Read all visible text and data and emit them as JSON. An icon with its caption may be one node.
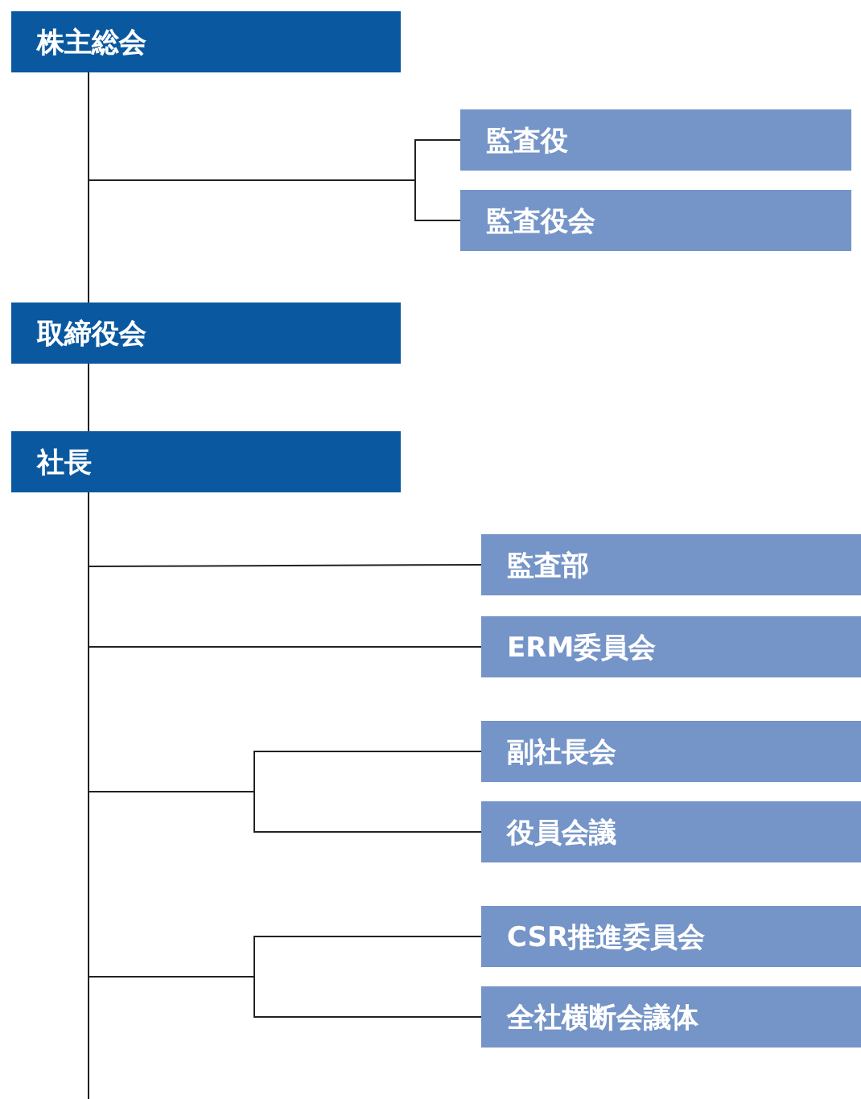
{
  "diagram": {
    "nodes": [
      {
        "text": [
          "株主総会"
        ]
      },
      {
        "text": [
          "監査役"
        ]
      },
      {
        "text": [
          "監査役会"
        ]
      },
      {
        "text": [
          "取締役会"
        ]
      },
      {
        "text": [
          "社長"
        ]
      },
      {
        "text": [
          "監査部"
        ]
      },
      {
        "text": [
          "ERM委員会"
        ]
      },
      {
        "text": [
          "副社長会"
        ]
      },
      {
        "text": [
          "役員会議"
        ]
      },
      {
        "text": [
          "CSR推進委員会"
        ]
      },
      {
        "text": [
          "全社横断会議体"
        ]
      }
    ],
    "edges": [
      {
        "from": 0,
        "to": 1,
        "arrow": "none"
      },
      {
        "from": 0,
        "to": 2,
        "arrow": "none"
      },
      {
        "from": 0,
        "to": 3,
        "arrow": "none"
      },
      {
        "from": 3,
        "to": 4,
        "arrow": "none"
      },
      {
        "from": 4,
        "to": 5,
        "arrow": "none"
      },
      {
        "from": 4,
        "to": 6,
        "arrow": "none"
      },
      {
        "from": 4,
        "to": 7,
        "arrow": "none"
      },
      {
        "from": 4,
        "to": 8,
        "arrow": "none"
      },
      {
        "from": 4,
        "to": 9,
        "arrow": "none"
      },
      {
        "from": 4,
        "to": 10,
        "arrow": "none"
      },
      {
        "from": 4,
        "to": null,
        "arrow": "none"
      }
    ]
  }
}
